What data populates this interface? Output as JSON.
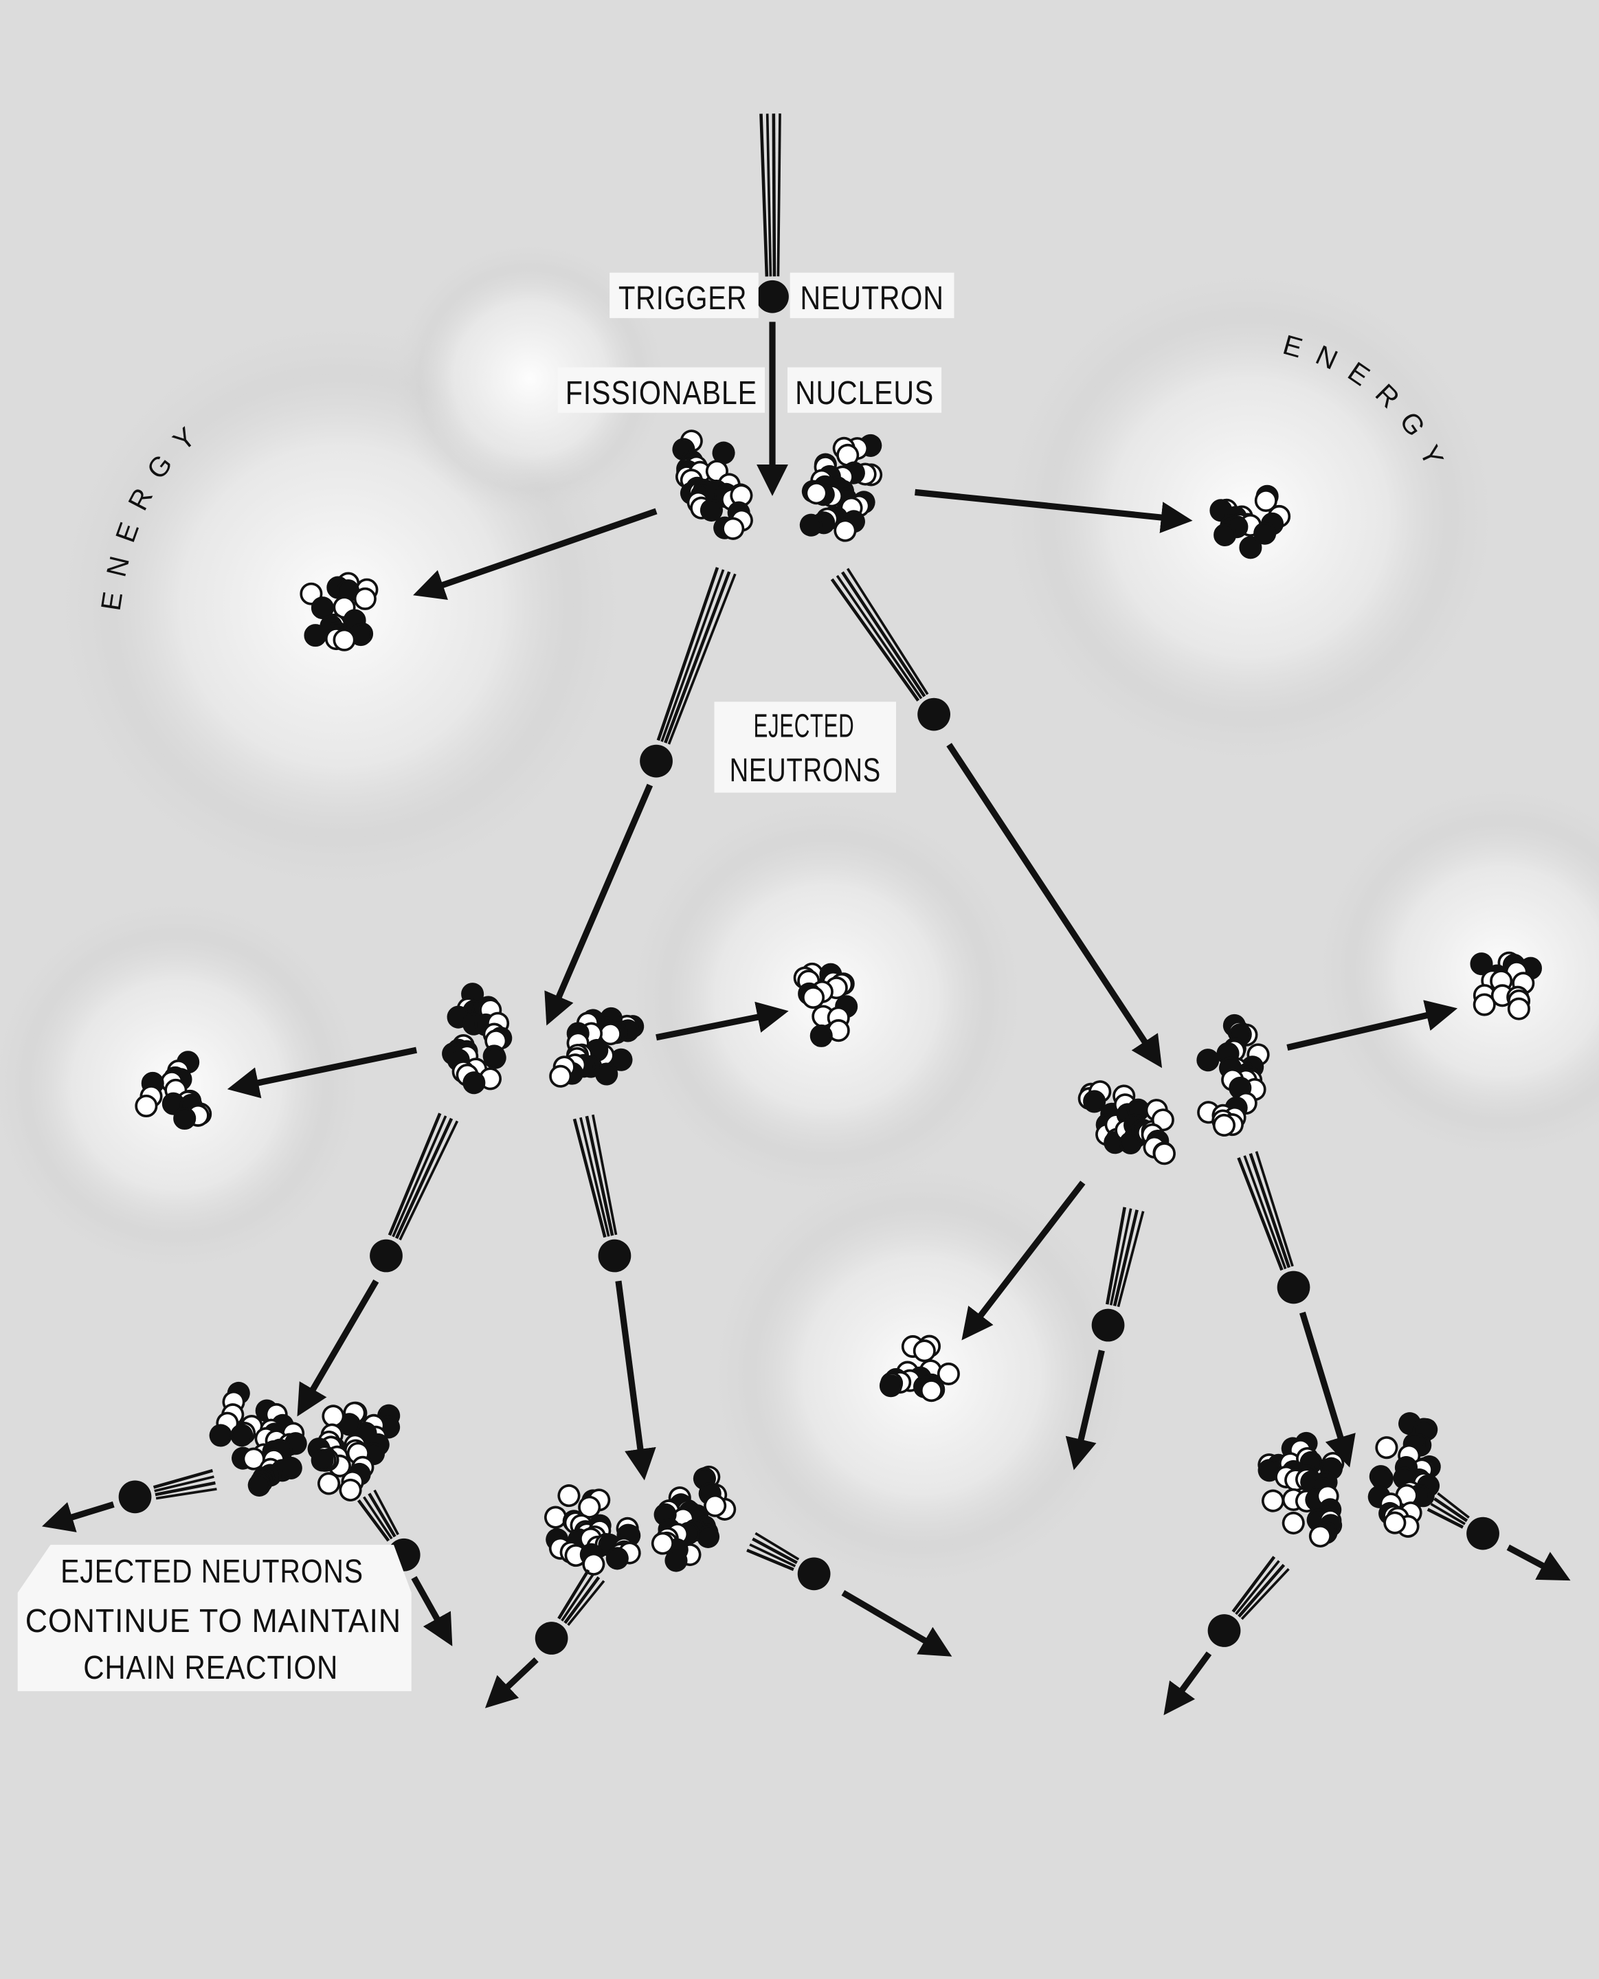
{
  "labels": {
    "trigger": "TRIGGER",
    "neutron": "NEUTRON",
    "fissionable": "FISSIONABLE",
    "nucleus": "NUCLEUS",
    "ejected_line1": "EJECTED",
    "ejected_line2": "NEUTRONS",
    "continue_line1": "EJECTED NEUTRONS",
    "continue_line2": "CONTINUE TO MAINTAIN",
    "continue_line3": "CHAIN REACTION",
    "energy_left": "ENERGY",
    "energy_right": "ENERGY"
  },
  "colors": {
    "background": "#d9d9d9",
    "ink": "#111111",
    "label_bg": "#f7f7f7"
  }
}
